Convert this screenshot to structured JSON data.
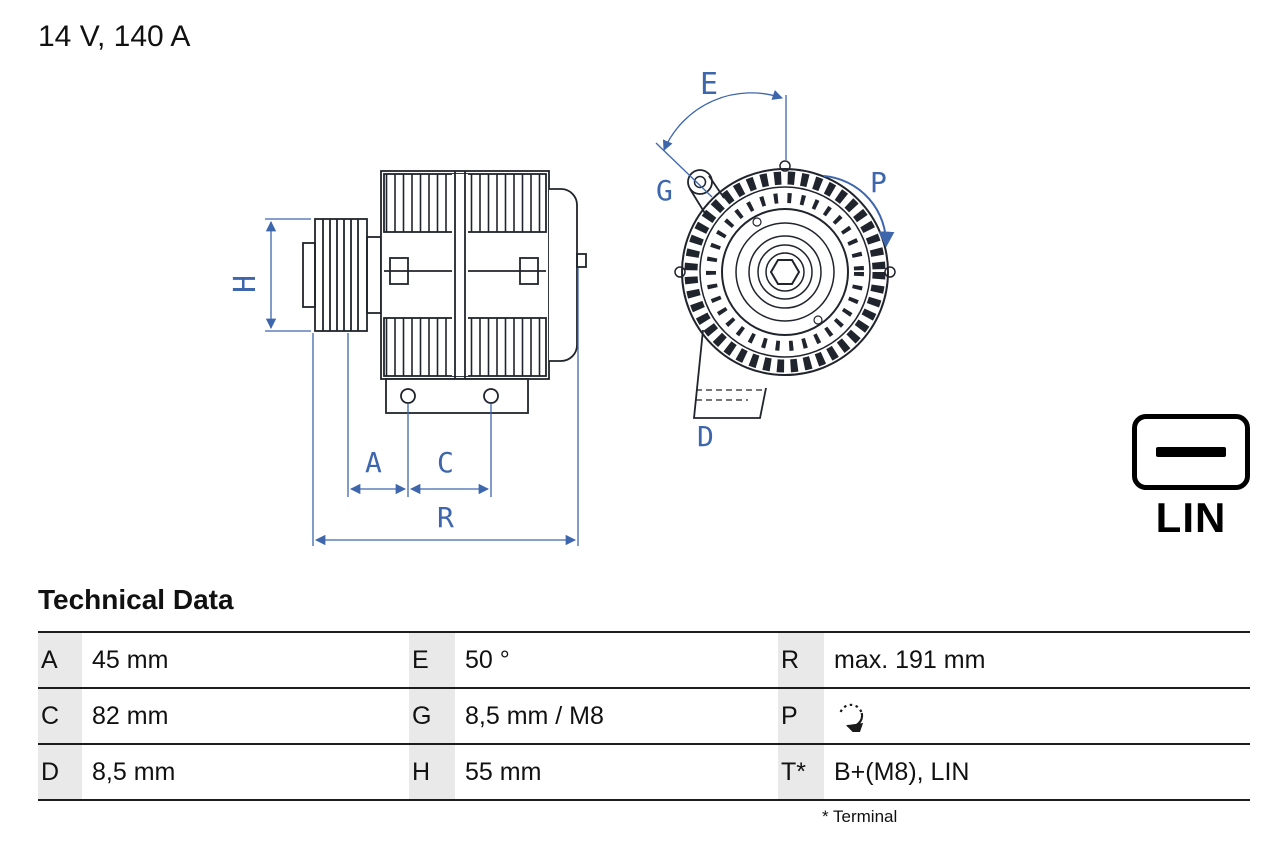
{
  "header": {
    "title": "14 V, 140 A"
  },
  "diagram": {
    "labels": {
      "h": "H",
      "a": "A",
      "c": "C",
      "r": "R",
      "e": "E",
      "g": "G",
      "p": "P",
      "d": "D"
    }
  },
  "lin_badge": {
    "label": "LIN"
  },
  "table": {
    "title": "Technical Data",
    "rows": [
      [
        {
          "key": "A",
          "value": "45 mm"
        },
        {
          "key": "E",
          "value": "50 °"
        },
        {
          "key": "R",
          "value": "max. 191 mm"
        }
      ],
      [
        {
          "key": "C",
          "value": "82 mm"
        },
        {
          "key": "G",
          "value": "8,5 mm / M8"
        },
        {
          "key": "P",
          "value": "",
          "icon": "rotation-clockwise"
        }
      ],
      [
        {
          "key": "D",
          "value": "8,5 mm"
        },
        {
          "key": "H",
          "value": "55 mm"
        },
        {
          "key": "T*",
          "value": "B+(M8), LIN"
        }
      ]
    ],
    "footnote": "* Terminal"
  },
  "colors": {
    "dimension_blue": "#3d66ad",
    "line_dark": "#20242c"
  }
}
